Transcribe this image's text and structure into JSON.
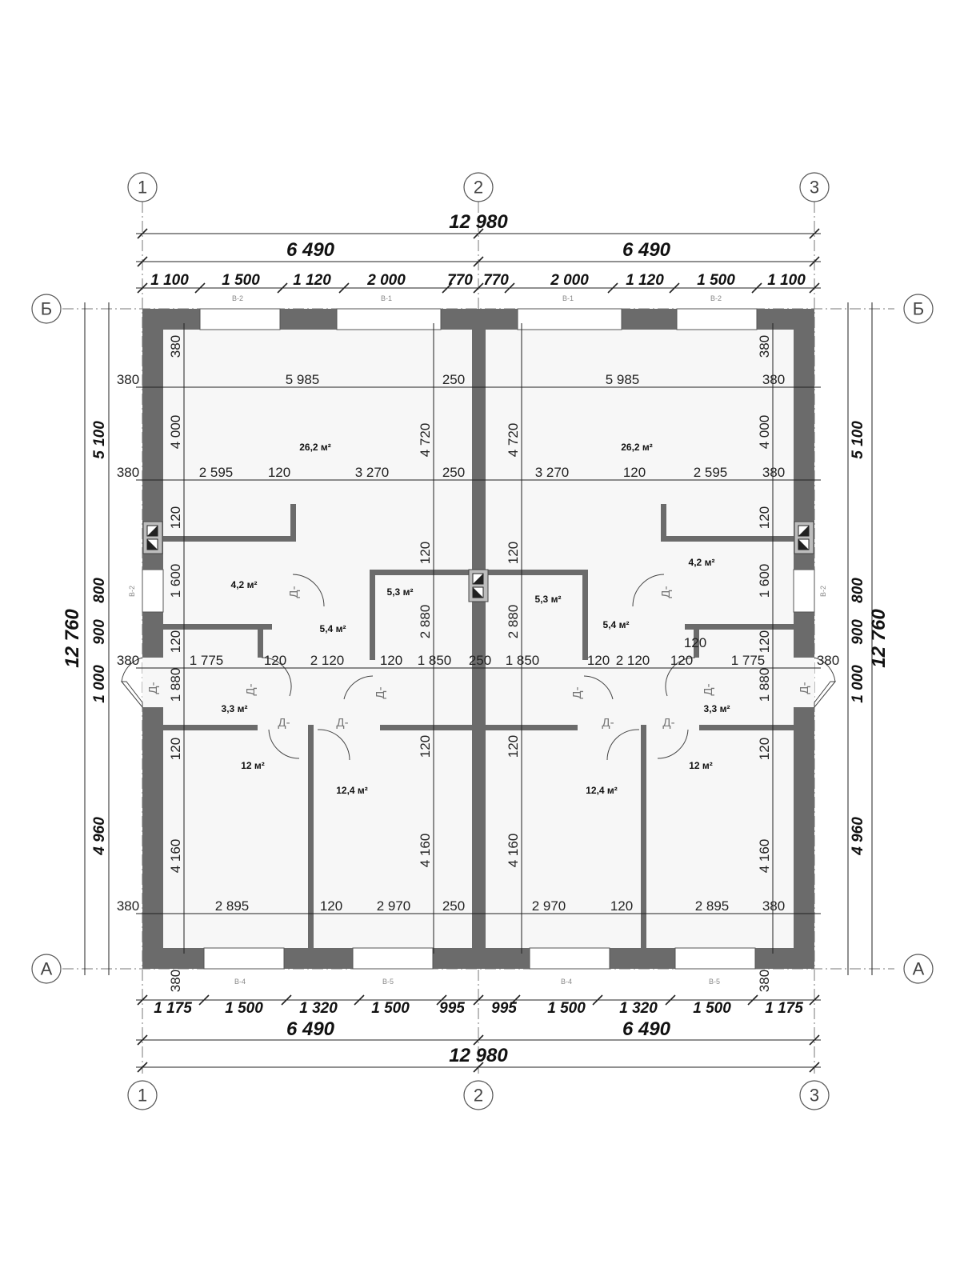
{
  "axes": {
    "columns": [
      "1",
      "2",
      "3"
    ],
    "rows": [
      "Б",
      "А"
    ]
  },
  "dimensions": {
    "top_total": "12 980",
    "top_halves": [
      "6 490",
      "6 490"
    ],
    "top_segments": [
      "1 100",
      "1 500",
      "1 120",
      "2 000",
      "770",
      "770",
      "2 000",
      "1 120",
      "1 500",
      "1 100"
    ],
    "bottom_segments": [
      "1 175",
      "1 500",
      "1 320",
      "1 500",
      "995",
      "995",
      "1 500",
      "1 320",
      "1 500",
      "1 175"
    ],
    "bottom_halves": [
      "6 490",
      "6 490"
    ],
    "bottom_total": "12 980",
    "left_total": "12 760",
    "left_parts": [
      "5 100",
      "4 960"
    ],
    "left_small": [
      "800",
      "900",
      "1 000"
    ],
    "right_total": "12 760",
    "right_parts": [
      "5 100",
      "4 960"
    ],
    "right_small": [
      "800",
      "900",
      "1 000"
    ],
    "row1": [
      "380",
      "5 985",
      "250",
      "5 985",
      "380"
    ],
    "row2": [
      "380",
      "2 595",
      "120",
      "3 270",
      "250",
      "3 270",
      "120",
      "2 595",
      "380"
    ],
    "row3": [
      "380",
      "1 775",
      "120",
      "2 120",
      "120",
      "1 850",
      "250",
      "1 850",
      "120",
      "2 120",
      "120",
      "1 775",
      "380"
    ],
    "row3_extra": "120",
    "row4": [
      "380",
      "2 895",
      "120",
      "2 970",
      "250",
      "2 970",
      "120",
      "2 895",
      "380"
    ],
    "v_left_outer": [
      "380",
      "4 000",
      "120",
      "1 600",
      "120",
      "1 880",
      "120",
      "4 160",
      "380"
    ],
    "v_center_left": [
      "4 720",
      "120",
      "2 880",
      "120",
      "4 160"
    ],
    "v_center_right": [
      "4 720",
      "120",
      "2 880",
      "120",
      "4 160"
    ],
    "v_right_outer": [
      "380",
      "4 000",
      "120",
      "1 600",
      "120",
      "1 880",
      "120",
      "4 160",
      "380"
    ]
  },
  "areas": {
    "living": "26,2 м²",
    "storage": "4,2 м²",
    "hall": "5,4 м²",
    "bath": "5,3 м²",
    "entry": "3,3 м²",
    "bedroom_small": "12 м²",
    "bedroom_large": "12,4 м²"
  },
  "marks": {
    "windows_top": [
      "В-2",
      "В-1",
      "В-1",
      "В-2"
    ],
    "windows_bottom": [
      "В-4",
      "В-5",
      "В-4",
      "В-5"
    ],
    "windows_side": [
      "В-2",
      "В-2"
    ],
    "door": "Д-"
  }
}
